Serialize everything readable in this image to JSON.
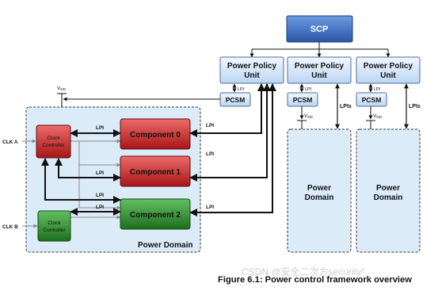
{
  "diagram": {
    "scp": "SCP",
    "ppu": [
      "Power Policy",
      "Unit"
    ],
    "pcsm": "PCSM",
    "vdd": "VDD",
    "vdd_main": "V",
    "vdd_sub": "DD",
    "lpi": "LPI",
    "lpis": "LPIs",
    "power_domain": "Power Domain",
    "power_domain_lines": [
      "Power",
      "Domain"
    ],
    "clock_controller": [
      "Clock",
      "Controller"
    ],
    "clk_a": "CLK A",
    "clk_b": "CLK B",
    "components": [
      "Component 0",
      "Component 1",
      "Component 2"
    ]
  },
  "caption": "Figure 6.1: Power control framework overview",
  "watermark": "CSDN @安全二次方security²",
  "colors": {
    "scp_fill": "#3f6fbf",
    "ppu_fill": "#dbe9f8",
    "domain_fill": "#dcebf8",
    "red": "#c92424",
    "green": "#2f8f2f"
  }
}
